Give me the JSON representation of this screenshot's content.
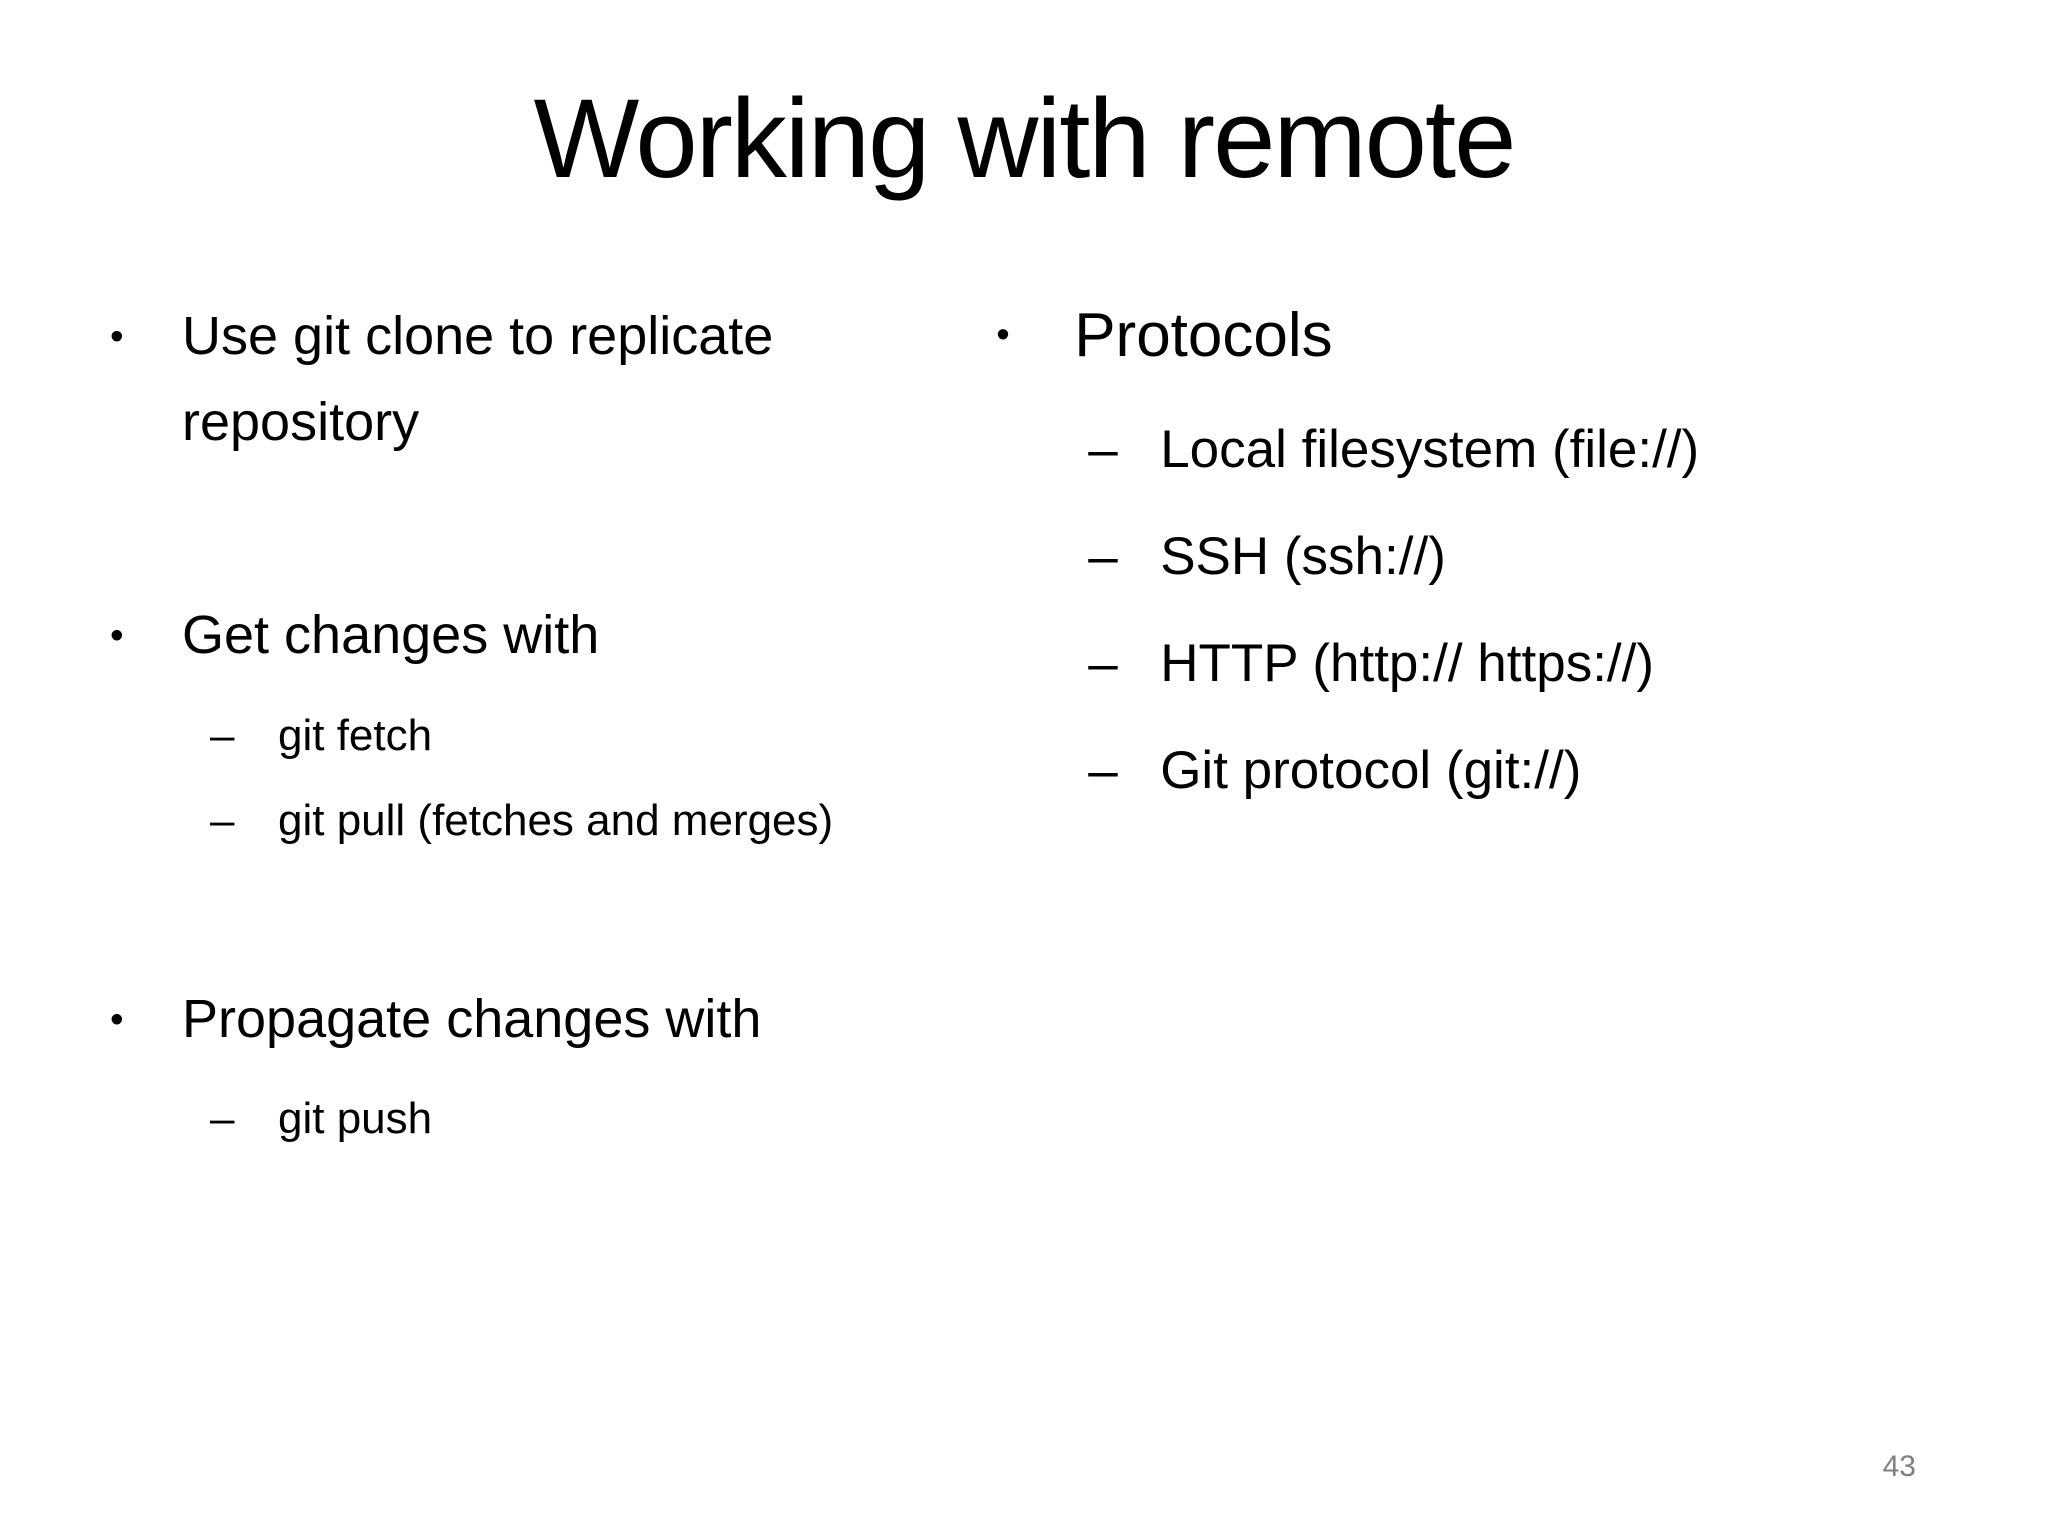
{
  "slide": {
    "title": "Working with remote",
    "page_number": "43",
    "markers": {
      "bullet": "•",
      "dash": "–"
    },
    "colors": {
      "background": "#ffffff",
      "text": "#000000",
      "page_number": "#7f7f7f"
    }
  },
  "left_column": {
    "bullet1": "Use git clone to replicate repository",
    "bullet2": "Get changes with",
    "bullet2_subs": [
      "git fetch",
      "git pull (fetches and merges)"
    ],
    "bullet3": "Propagate changes with",
    "bullet3_subs": [
      "git push"
    ]
  },
  "right_column": {
    "bullet1": "Protocols",
    "bullet1_subs": [
      "Local filesystem (file://)",
      "SSH (ssh://)",
      "HTTP (http:// https://)",
      "Git protocol (git://)"
    ]
  }
}
